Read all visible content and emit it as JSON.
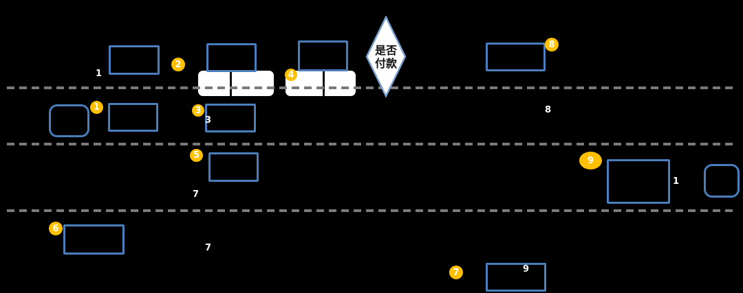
{
  "diagram": {
    "decision": {
      "label": "是否付款",
      "lines": [
        "是否",
        "付款"
      ]
    },
    "badges": [
      {
        "label": "1"
      },
      {
        "label": "2"
      },
      {
        "label": "3"
      },
      {
        "label": "4"
      },
      {
        "label": "5"
      },
      {
        "label": "6"
      },
      {
        "label": "7"
      },
      {
        "label": "8"
      },
      {
        "label": "9"
      }
    ],
    "stray_digits": [
      {
        "label": "1"
      },
      {
        "label": "3"
      },
      {
        "label": "8"
      },
      {
        "label": "7"
      },
      {
        "label": "1"
      },
      {
        "label": "7"
      },
      {
        "label": "9"
      }
    ]
  },
  "colors": {
    "background": "#000000",
    "node_border_blue": "#4a7ebd",
    "diamond_border": "#7da2d2",
    "diamond_fill": "#ffffff",
    "white_strip": "#ffffff",
    "lane_dash_gray": "#7a7a7a",
    "badge_yellow": "#ffc000",
    "badge_text": "#ffffff",
    "stray_digit_white": "#ffffff"
  }
}
